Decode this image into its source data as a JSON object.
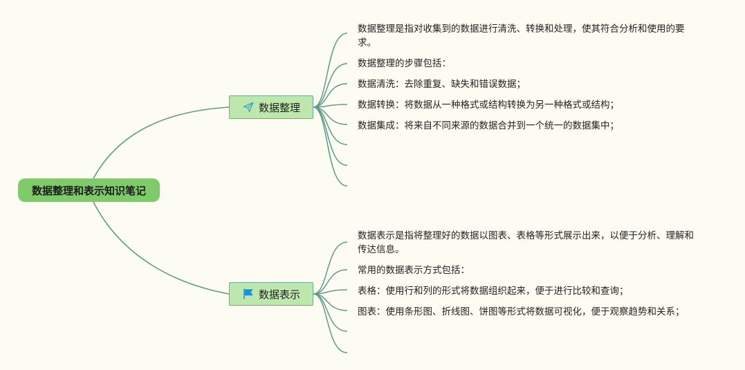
{
  "root": {
    "label": "数据整理和表示知识笔记"
  },
  "branches": [
    {
      "label": "数据整理",
      "icon": "paper-plane-icon",
      "items": [
        "数据整理是指对收集到的数据进行清洗、转换和处理，使其符合分析和使用的要求。",
        "数据整理的步骤包括：",
        "数据清洗：去除重复、缺失和错误数据；",
        "数据转换：将数据从一种格式或结构转换为另一种格式或结构；",
        "数据集成：将来自不同来源的数据合并到一个统一的数据集中；",
        "",
        "",
        ""
      ]
    },
    {
      "label": "数据表示",
      "icon": "flag-icon",
      "items": [
        "数据表示是指将整理好的数据以图表、表格等形式展示出来，以便于分析、理解和传达信息。",
        "常用的数据表示方式包括：",
        "表格：使用行和列的形式将数据组织起来，便于进行比较和查询；",
        "图表：使用条形图、折线图、饼图等形式将数据可视化，便于观察趋势和关系；",
        "",
        ""
      ]
    }
  ],
  "colors": {
    "background": "#fdfcf3",
    "root_fill": "#7fcb6c",
    "topic_fill": "#bde7ad",
    "connector": "#5f9a86",
    "plane_icon": "#3aa6c8",
    "flag_icon": "#1f8fd8"
  }
}
